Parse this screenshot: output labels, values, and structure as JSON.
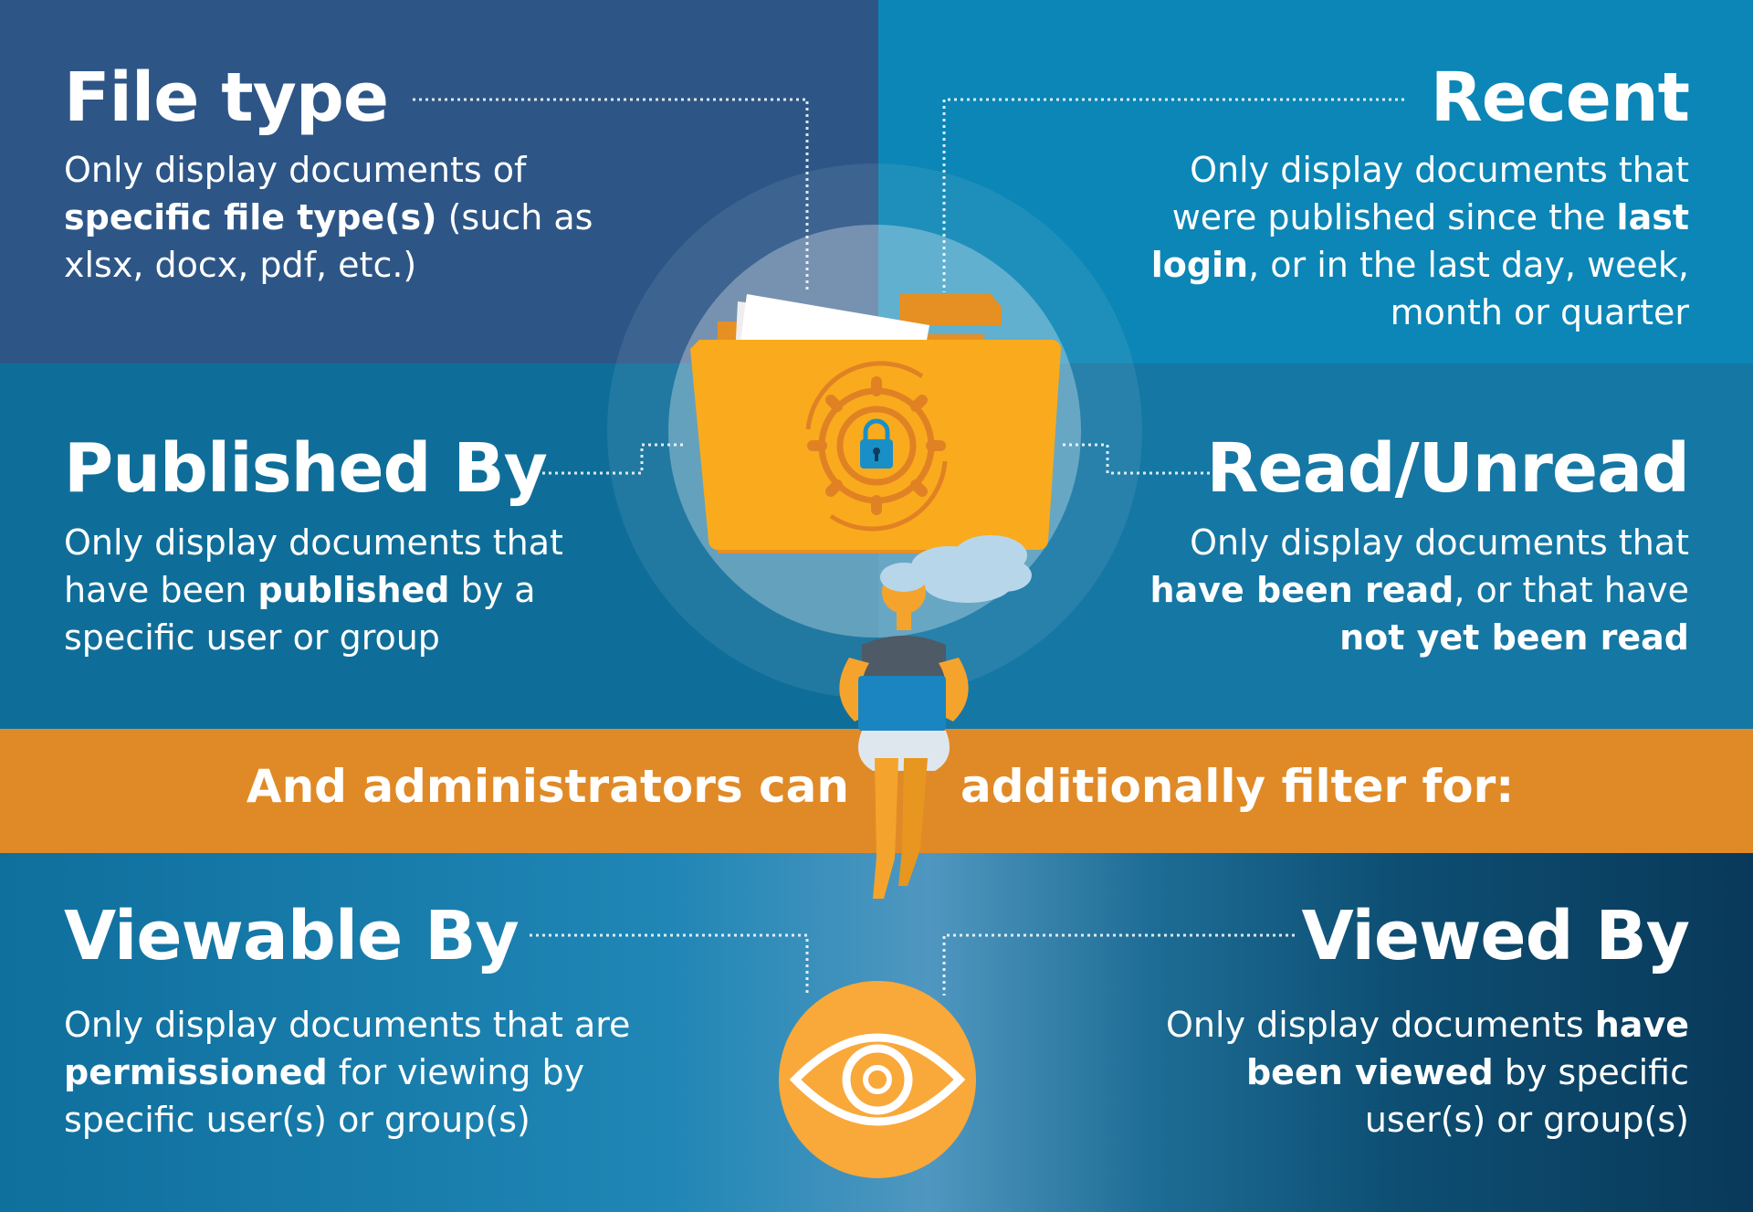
{
  "sections": {
    "file_type": {
      "title": "File type",
      "lines": [
        [
          {
            "t": "Only display documents of",
            "b": false
          }
        ],
        [
          {
            "t": "specific file type(s)",
            "b": true
          },
          {
            "t": " (such as",
            "b": false
          }
        ],
        [
          {
            "t": "xlsx, docx, pdf, etc.)",
            "b": false
          }
        ]
      ]
    },
    "recent": {
      "title": "Recent",
      "lines": [
        [
          {
            "t": "Only display documents that",
            "b": false
          }
        ],
        [
          {
            "t": "were published since the ",
            "b": false
          },
          {
            "t": "last",
            "b": true
          }
        ],
        [
          {
            "t": "login",
            "b": true
          },
          {
            "t": ", or in the last day, week,",
            "b": false
          }
        ],
        [
          {
            "t": "month or quarter",
            "b": false
          }
        ]
      ]
    },
    "published_by": {
      "title": "Published By",
      "lines": [
        [
          {
            "t": "Only display documents that",
            "b": false
          }
        ],
        [
          {
            "t": "have been ",
            "b": false
          },
          {
            "t": "published",
            "b": true
          },
          {
            "t": " by a",
            "b": false
          }
        ],
        [
          {
            "t": "specific user or group",
            "b": false
          }
        ]
      ]
    },
    "read_unread": {
      "title": "Read/Unread",
      "lines": [
        [
          {
            "t": "Only display documents that",
            "b": false
          }
        ],
        [
          {
            "t": "have been read",
            "b": true
          },
          {
            "t": ", or that have",
            "b": false
          }
        ],
        [
          {
            "t": "not yet been read",
            "b": true
          }
        ]
      ]
    },
    "viewable_by": {
      "title": "Viewable By",
      "lines": [
        [
          {
            "t": "Only display documents that are",
            "b": false
          }
        ],
        [
          {
            "t": "permissioned",
            "b": true
          },
          {
            "t": " for viewing by",
            "b": false
          }
        ],
        [
          {
            "t": "specific user(s) or group(s)",
            "b": false
          }
        ]
      ]
    },
    "viewed_by": {
      "title": "Viewed By",
      "lines": [
        [
          {
            "t": "Only display documents ",
            "b": false
          },
          {
            "t": "have",
            "b": true
          }
        ],
        [
          {
            "t": "been viewed",
            "b": true
          },
          {
            "t": " by specific",
            "b": false
          }
        ],
        [
          {
            "t": "user(s) or group(s)",
            "b": false
          }
        ]
      ]
    }
  },
  "band": {
    "left_text": "And administrators can",
    "right_text": "additionally filter for:"
  },
  "icons": [
    "folder-icon",
    "gear-icon",
    "lock-icon",
    "eye-icon",
    "person-illustration",
    "cloud-icon"
  ],
  "colors": {
    "band": "#e08a27",
    "folder": "#f9ab1d",
    "eye_circle": "#f9a83a",
    "top_left": "#2d5687",
    "top_right": "#0b86b6"
  }
}
